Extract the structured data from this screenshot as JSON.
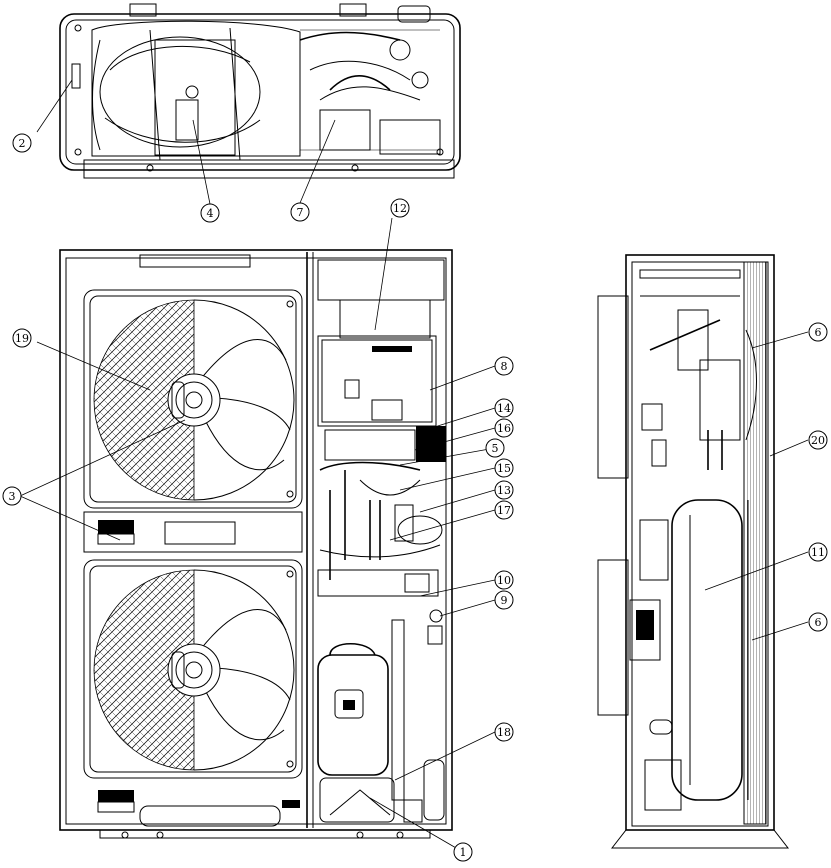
{
  "diagram": {
    "callouts": [
      {
        "id": "c1",
        "label": "1"
      },
      {
        "id": "c2",
        "label": "2"
      },
      {
        "id": "c3a",
        "label": "3"
      },
      {
        "id": "c4",
        "label": "4"
      },
      {
        "id": "c5",
        "label": "5"
      },
      {
        "id": "c6a",
        "label": "6"
      },
      {
        "id": "c6b",
        "label": "6"
      },
      {
        "id": "c7",
        "label": "7"
      },
      {
        "id": "c8",
        "label": "8"
      },
      {
        "id": "c9",
        "label": "9"
      },
      {
        "id": "c10",
        "label": "10"
      },
      {
        "id": "c11",
        "label": "11"
      },
      {
        "id": "c12",
        "label": "12"
      },
      {
        "id": "c13",
        "label": "13"
      },
      {
        "id": "c14",
        "label": "14"
      },
      {
        "id": "c15",
        "label": "15"
      },
      {
        "id": "c16",
        "label": "16"
      },
      {
        "id": "c17",
        "label": "17"
      },
      {
        "id": "c18",
        "label": "18"
      },
      {
        "id": "c19",
        "label": "19"
      },
      {
        "id": "c20",
        "label": "20"
      }
    ]
  }
}
